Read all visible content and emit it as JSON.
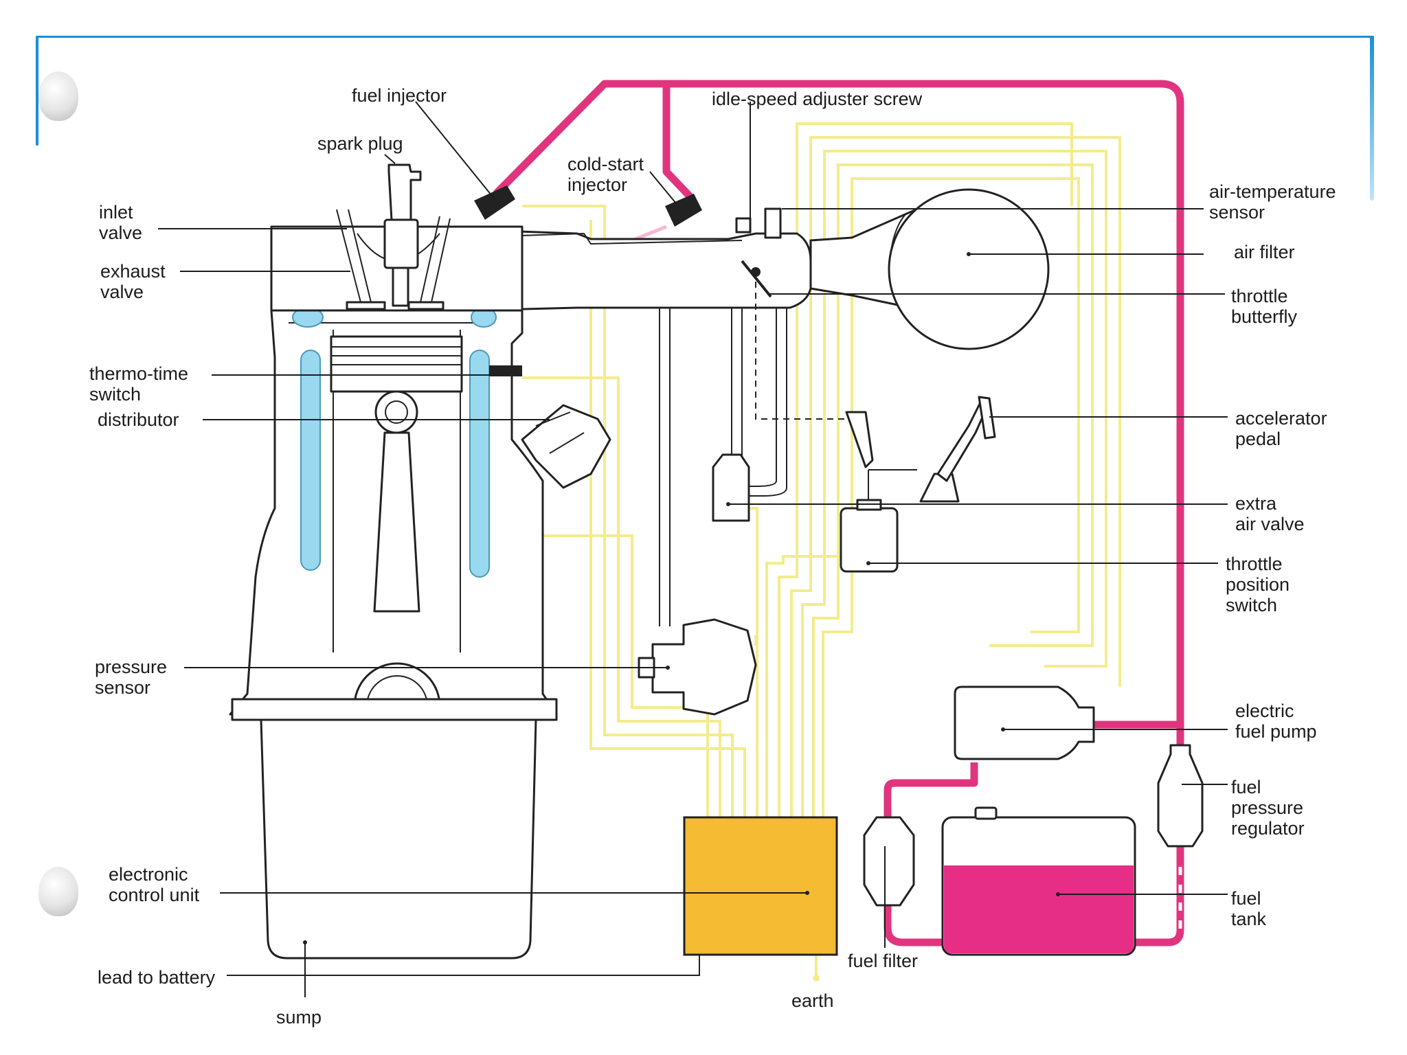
{
  "diagram": {
    "colors": {
      "fuel_line": "#e0357e",
      "fuel_tank_fill": "#e62e87",
      "wiring": "#f3ec8c",
      "control_unit": "#f4bb33",
      "coolant": "#9ad8ef",
      "frame": "#1a8fd6"
    },
    "labels": {
      "fuel_injector": "fuel injector",
      "spark_plug": "spark plug",
      "idle_speed_adjuster_screw": "idle-speed adjuster screw",
      "cold_start_injector_1": "cold-start",
      "cold_start_injector_2": "injector",
      "inlet_valve_1": "inlet",
      "inlet_valve_2": "valve",
      "exhaust_valve_1": "exhaust",
      "exhaust_valve_2": "valve",
      "air_temperature_sensor_1": "air-temperature",
      "air_temperature_sensor_2": "sensor",
      "air_filter": "air filter",
      "throttle_butterfly_1": "throttle",
      "throttle_butterfly_2": "butterfly",
      "thermo_time_switch_1": "thermo-time",
      "thermo_time_switch_2": "switch",
      "distributor": "distributor",
      "accelerator_pedal_1": "accelerator",
      "accelerator_pedal_2": "pedal",
      "extra_air_valve_1": "extra",
      "extra_air_valve_2": "air valve",
      "throttle_position_switch_1": "throttle",
      "throttle_position_switch_2": "position",
      "throttle_position_switch_3": "switch",
      "pressure_sensor_1": "pressure",
      "pressure_sensor_2": "sensor",
      "electric_fuel_pump_1": "electric",
      "electric_fuel_pump_2": "fuel pump",
      "fuel_pressure_regulator_1": "fuel",
      "fuel_pressure_regulator_2": "pressure",
      "fuel_pressure_regulator_3": "regulator",
      "electronic_control_unit_1": "electronic",
      "electronic_control_unit_2": "control unit",
      "fuel_tank_1": "fuel",
      "fuel_tank_2": "tank",
      "fuel_filter": "fuel filter",
      "lead_to_battery": "lead to battery",
      "earth": "earth",
      "sump": "sump"
    }
  }
}
